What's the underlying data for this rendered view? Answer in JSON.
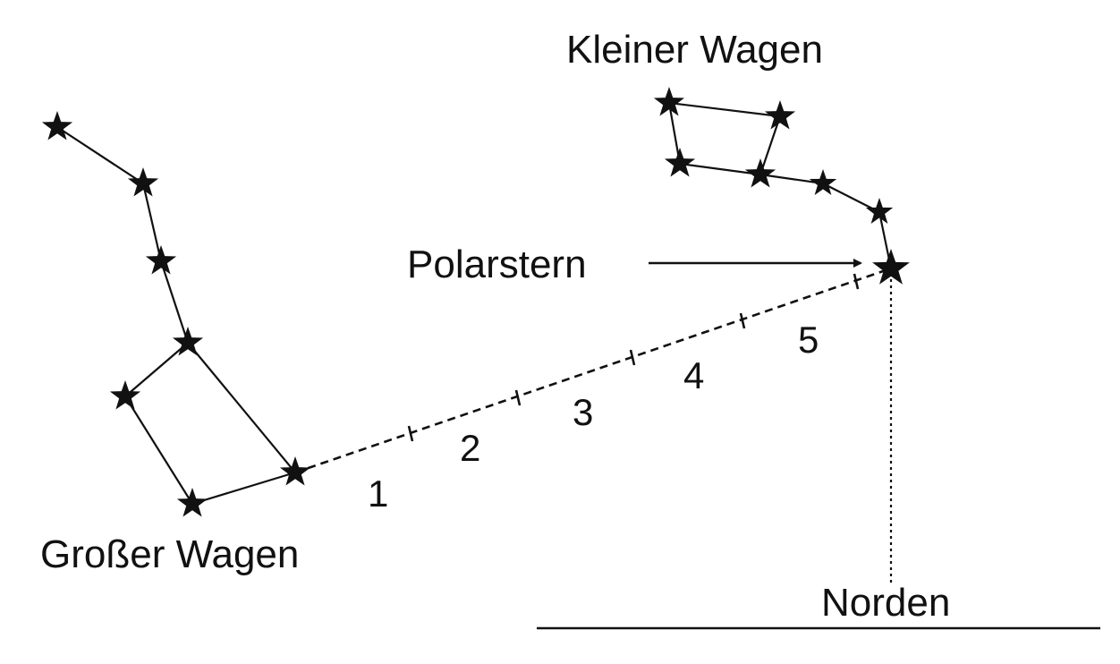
{
  "labels": {
    "small_dipper": "Kleiner Wagen",
    "big_dipper": "Großer Wagen",
    "polaris": "Polarstern",
    "north": "Norden"
  },
  "steps": [
    "1",
    "2",
    "3",
    "4",
    "5"
  ],
  "colors": {
    "ink": "#111111",
    "background": "#ffffff"
  },
  "icons": {
    "star": "star-icon",
    "arrow": "arrow-right-icon"
  }
}
